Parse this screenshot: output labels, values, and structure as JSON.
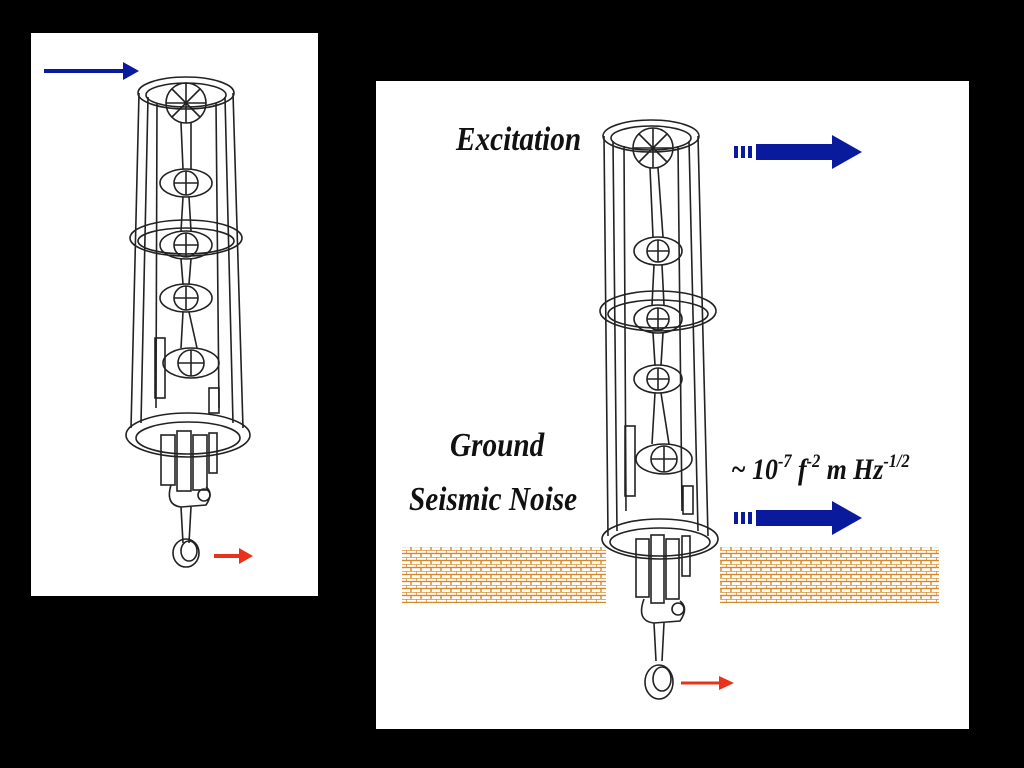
{
  "diagram": {
    "labels": {
      "excitation": "Excitation",
      "ground": "Ground",
      "seismic_noise": "Seismic Noise",
      "noise_spectrum": {
        "prefix": "~ 10",
        "exp1": "-7",
        "f": " f",
        "exp2": "-2",
        "units": " m Hz",
        "exp3": "-1/2"
      }
    },
    "colors": {
      "background": "#000000",
      "panel": "#ffffff",
      "excitation_arrow": "#0a1a9c",
      "seismic_arrow": "#0a1a9c",
      "output_arrow": "#e8321a",
      "ground_brick": "#d4882a",
      "drawing_line": "#222222"
    },
    "icons": [
      "suspension-tower-drawing",
      "ground-brick-pattern",
      "arrow-right"
    ]
  }
}
